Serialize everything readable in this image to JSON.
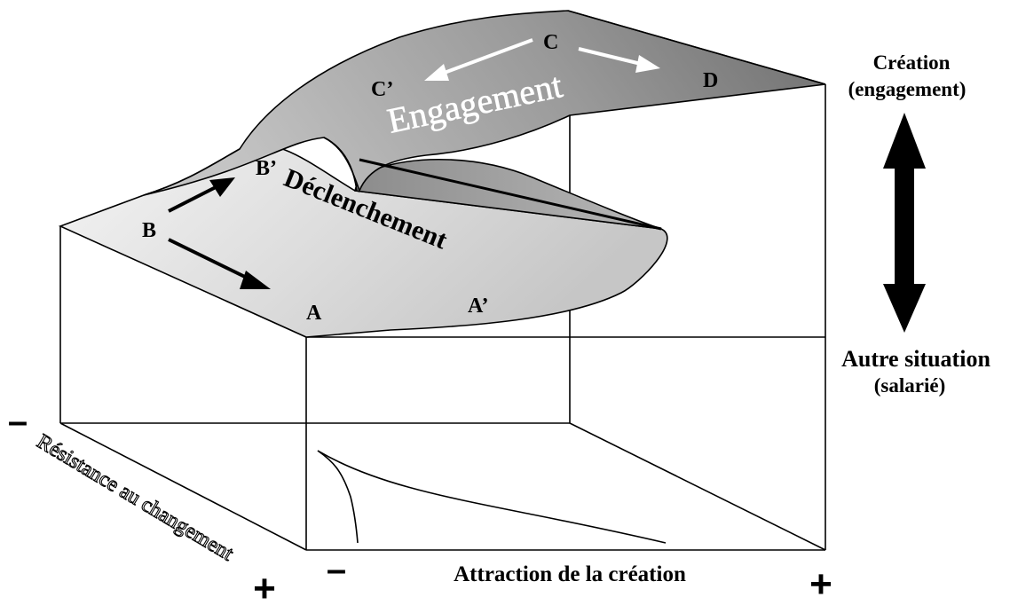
{
  "diagram": {
    "points": {
      "a": "A",
      "a_prime": "A’",
      "b": "B",
      "b_prime": "B’",
      "c": "C",
      "c_prime": "C’",
      "d": "D"
    },
    "surface_labels": {
      "declenchement": "Déclenchement",
      "engagement": "Engagement"
    },
    "vertical_axis": {
      "top_line1": "Création",
      "top_line2": "(engagement)",
      "bottom_line1": "Autre situation",
      "bottom_line2": "(salarié)"
    },
    "x_axis": {
      "title": "Attraction de la création",
      "min_sign": "–",
      "max_sign": "+"
    },
    "depth_axis": {
      "title": "Résistance au changement",
      "min_sign": "–",
      "max_sign": "+"
    }
  }
}
